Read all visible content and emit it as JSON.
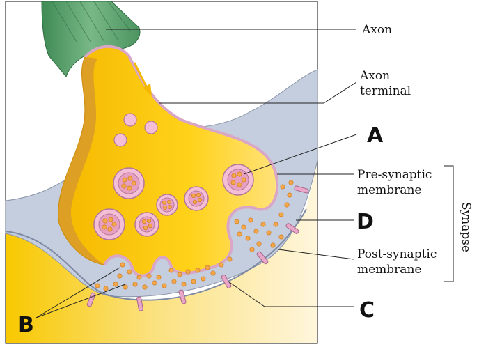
{
  "labels": {
    "axon": "Axon",
    "axon_terminal_line1": "Axon",
    "axon_terminal_line2": "terminal",
    "pre_synaptic_line1": "Pre-synaptic",
    "pre_synaptic_line2": "membrane",
    "post_synaptic_line1": "Post-synaptic",
    "post_synaptic_line2": "membrane",
    "synapse": "Synapse",
    "a": "A",
    "b": "B",
    "c": "C",
    "d": "D"
  },
  "colors": {
    "axon_green": "#5a9e6a",
    "terminal_yellow": "#f7c400",
    "membrane_pink": "#d9a6c6",
    "cleft_blue": "#c5cedf",
    "neurotransmitter_orange": "#f3a64a"
  }
}
